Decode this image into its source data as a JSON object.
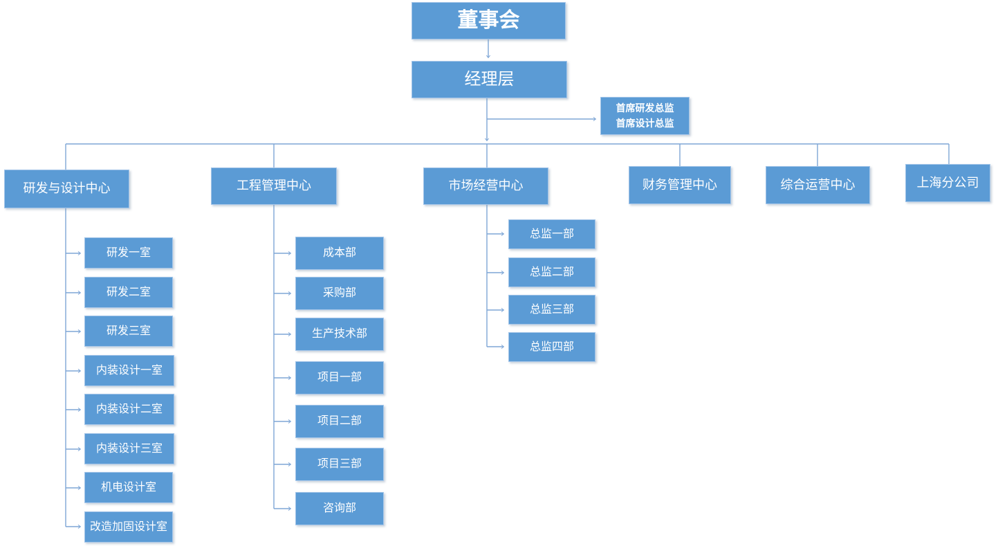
{
  "colors": {
    "node_fill": "#5b9bd5",
    "node_border": "#a5c6e9",
    "connector": "#7ea6d6",
    "node_text": "#ffffff"
  },
  "org": {
    "root": "董事会",
    "management": "经理层",
    "staff_box": {
      "line1": "首席研发总监",
      "line2": "首席设计总监"
    },
    "centers": [
      {
        "label": "研发与设计中心",
        "children": [
          "研发一室",
          "研发二室",
          "研发三室",
          "内装设计一室",
          "内装设计二室",
          "内装设计三室",
          "机电设计室",
          "改造加固设计室"
        ]
      },
      {
        "label": "工程管理中心",
        "children": [
          "成本部",
          "采购部",
          "生产技术部",
          "项目一部",
          "项目二部",
          "项目三部",
          "咨询部"
        ]
      },
      {
        "label": "市场经营中心",
        "children": [
          "总监一部",
          "总监二部",
          "总监三部",
          "总监四部"
        ]
      },
      {
        "label": "财务管理中心",
        "children": []
      },
      {
        "label": "综合运营中心",
        "children": []
      },
      {
        "label": "上海分公司",
        "children": []
      }
    ]
  }
}
